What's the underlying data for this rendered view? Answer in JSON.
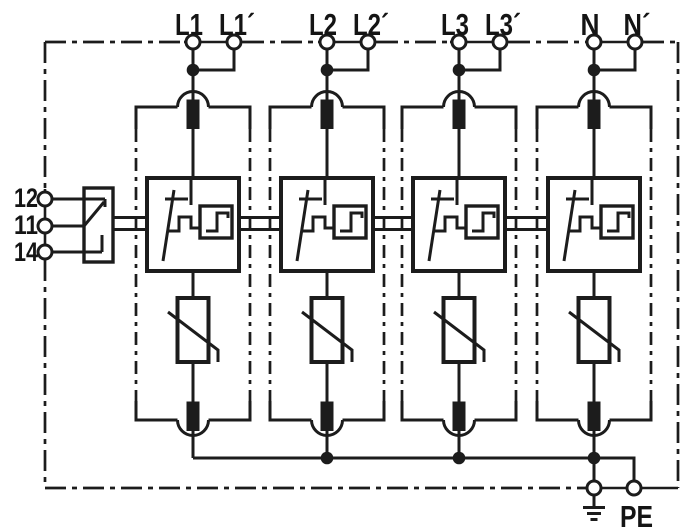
{
  "colors": {
    "background": "#ffffff",
    "line": "#1c1c1c"
  },
  "labels": {
    "top_terminals": [
      "L1",
      "L1´",
      "L2",
      "L2´",
      "L3",
      "L3´",
      "N",
      "N´"
    ],
    "signal_terminals": [
      "12",
      "11",
      "14"
    ],
    "protective_earth": "PE"
  },
  "symbols": {
    "enclosure": "dash-dot-boundary",
    "terminal": "open-circle",
    "junction": "filled-dot",
    "plug_contact": "dome-with-black-pin",
    "disconnector": "thermal-disconnect-switch",
    "monitoring": "step-pulse-box",
    "protection_element": "varistor",
    "remote_signalling": "changeover-contact",
    "ground": "earth-symbol"
  }
}
